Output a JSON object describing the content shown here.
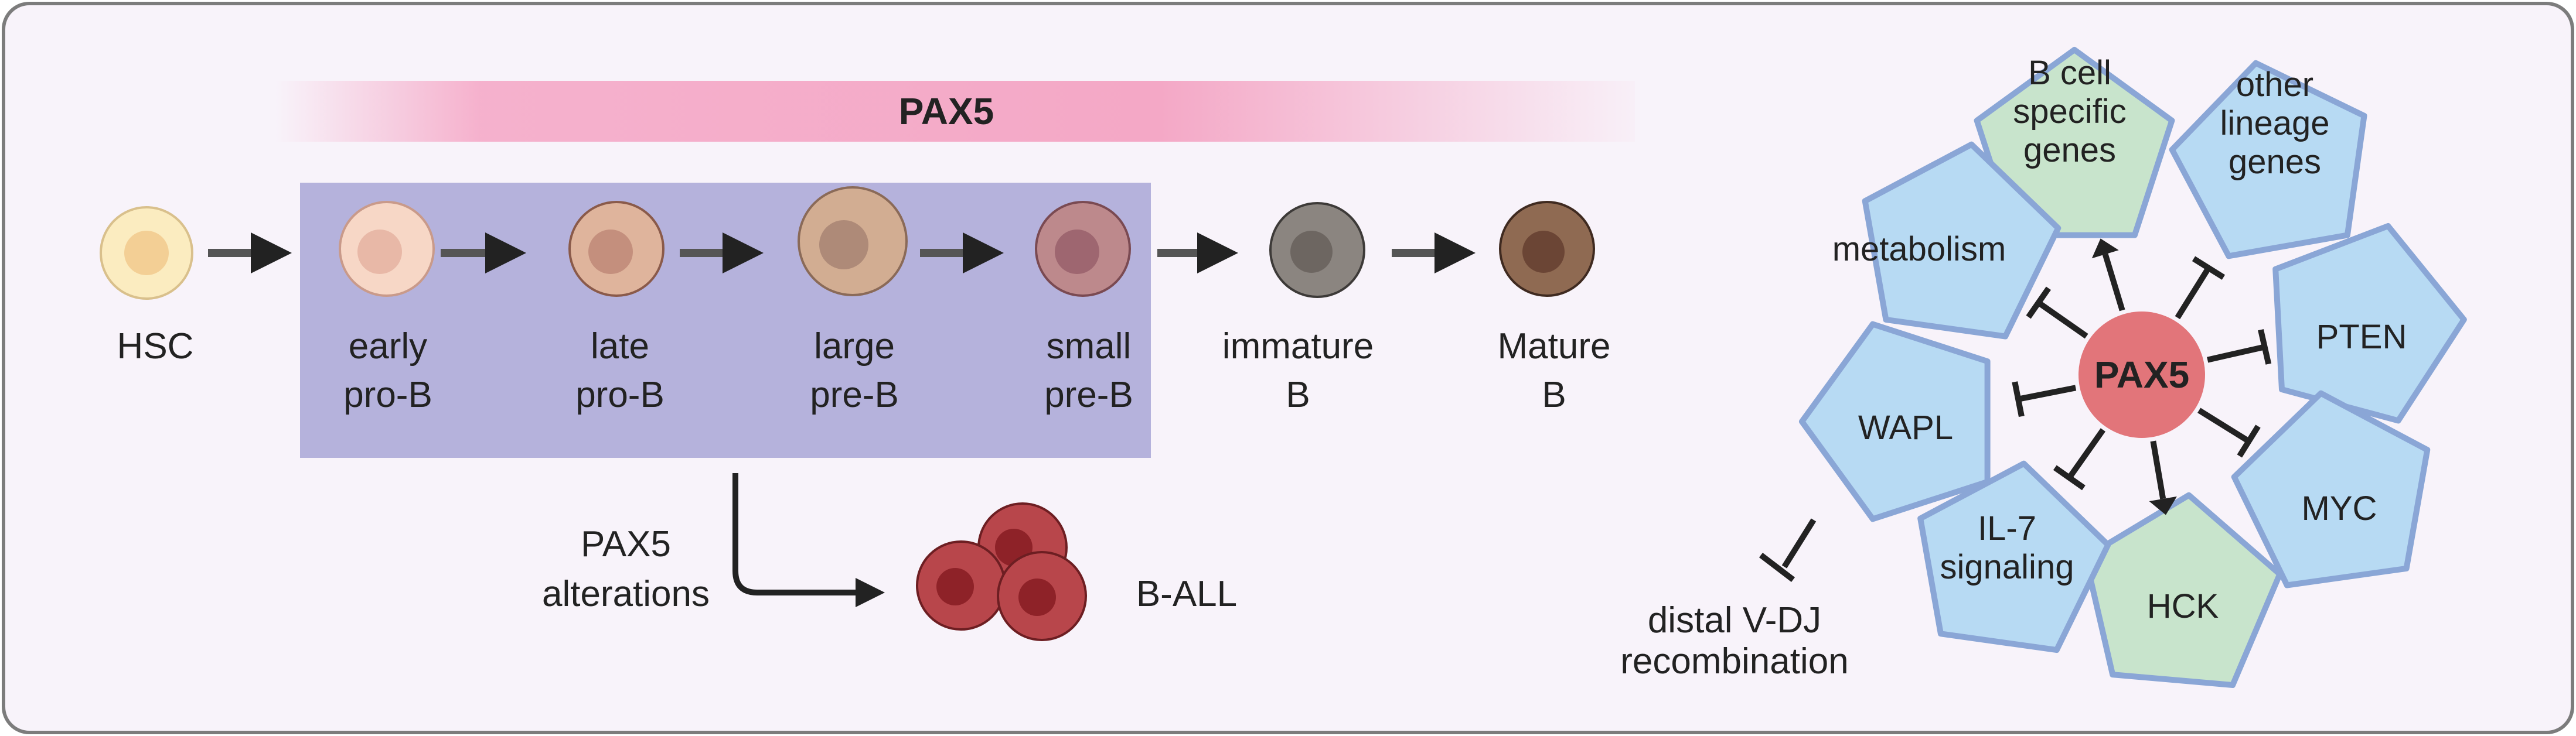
{
  "banner": {
    "label": "PAX5"
  },
  "stages": [
    {
      "lines": [
        "HSC"
      ],
      "fill": "#fbecc0",
      "nucleus": "#f3cf95"
    },
    {
      "lines": [
        "early",
        "pro-B"
      ],
      "fill": "#f7d7c6",
      "nucleus": "#e8b8a7"
    },
    {
      "lines": [
        "late",
        "pro-B"
      ],
      "fill": "#dfb49c",
      "nucleus": "#c48f7d"
    },
    {
      "lines": [
        "large",
        "pre-B"
      ],
      "fill": "#d2ad92",
      "nucleus": "#ae8a78"
    },
    {
      "lines": [
        "small",
        "pre-B"
      ],
      "fill": "#bd898c",
      "nucleus": "#9e6670"
    },
    {
      "lines": [
        "immature",
        "B"
      ],
      "fill": "#8b8580",
      "nucleus": "#6d6661"
    },
    {
      "lines": [
        "Mature",
        "B"
      ],
      "fill": "#8f6a52",
      "nucleus": "#6b4535"
    }
  ],
  "alteration": {
    "lines": [
      "PAX5",
      "alterations"
    ],
    "result": "B-ALL"
  },
  "network": {
    "center": "PAX5",
    "targets": [
      {
        "label_lines": [
          "B cell",
          "specific",
          "genes"
        ],
        "color": "#c8e4cc",
        "effect": "activates"
      },
      {
        "label_lines": [
          "other",
          "lineage",
          "genes"
        ],
        "color": "#b7daf3",
        "effect": "represses"
      },
      {
        "label_lines": [
          "PTEN"
        ],
        "color": "#b7daf3",
        "effect": "represses"
      },
      {
        "label_lines": [
          "MYC"
        ],
        "color": "#b7daf3",
        "effect": "represses"
      },
      {
        "label_lines": [
          "HCK"
        ],
        "color": "#c8e4cc",
        "effect": "activates"
      },
      {
        "label_lines": [
          "IL-7",
          "signaling"
        ],
        "color": "#b7daf3",
        "effect": "represses"
      },
      {
        "label_lines": [
          "WAPL"
        ],
        "color": "#b7daf3",
        "effect": "represses"
      },
      {
        "label_lines": [
          "metabolism"
        ],
        "color": "#b7daf3",
        "effect": "represses"
      }
    ],
    "downstream": {
      "lines": [
        "distal V-DJ",
        "recombination"
      ]
    }
  },
  "colors": {
    "panel_bg": "#f8f3fa",
    "precursor_box": "#b5b2dc",
    "banner": "#f5aac8",
    "pax5_node": "#e2757a",
    "pentagon_edge": "#8aa6d6",
    "ball_cell": "#b8464b",
    "ball_nucleus": "#8e2228"
  }
}
